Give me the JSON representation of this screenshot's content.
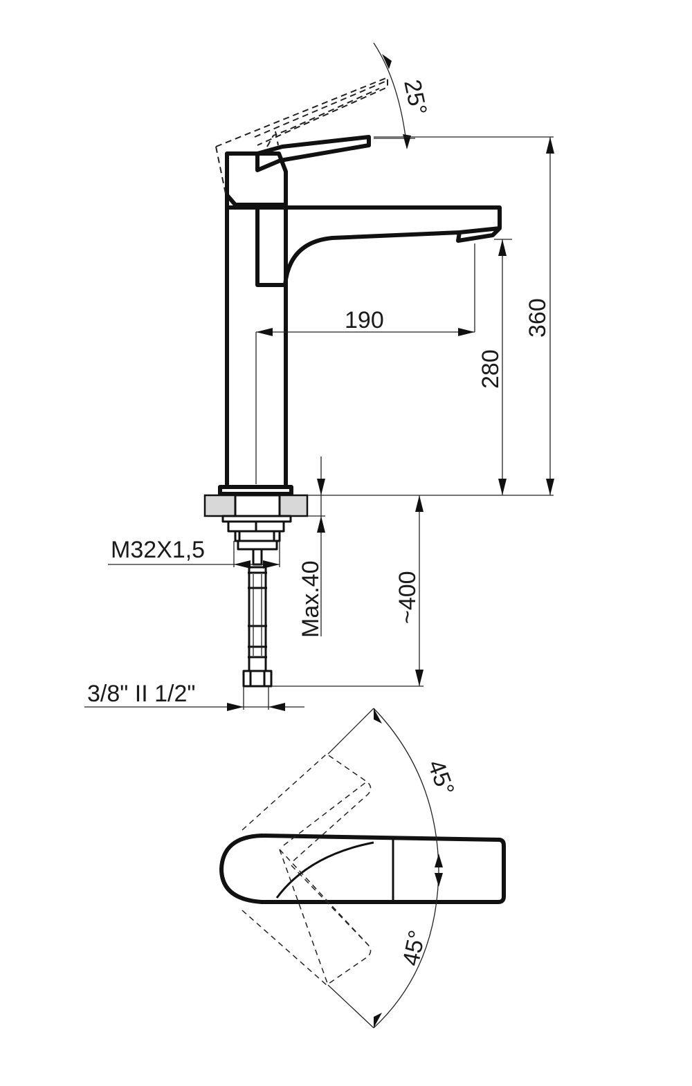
{
  "dimensions": {
    "tilt_angle": "25°",
    "total_height": "360",
    "spout_height": "280",
    "spout_reach": "190",
    "thread": "M32X1,5",
    "max_thickness": "Max.40",
    "hose_length": "~400",
    "connection": "3/8\" II 1/2\"",
    "rotation_left": "45°",
    "rotation_right": "45°"
  }
}
